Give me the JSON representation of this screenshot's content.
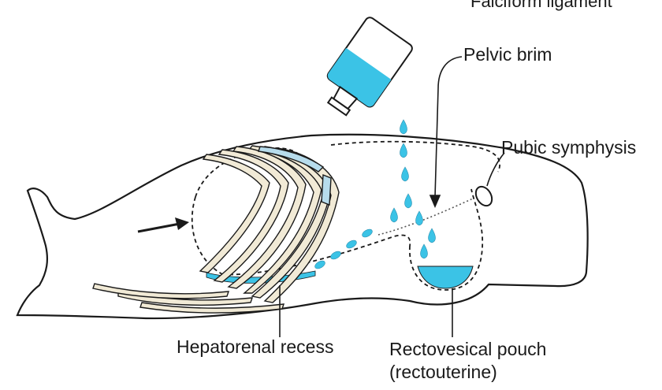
{
  "diagram": {
    "labels": {
      "top_clipped": "Falciform ligament",
      "pelvic_brim": "Pelvic brim",
      "pubic_symphysis": "Pubic symphysis",
      "hepatorenal_recess": "Hepatorenal recess",
      "rectovesical_pouch": "Rectovesical pouch",
      "rectovesical_pouch_alt": "(rectouterine)"
    },
    "colors": {
      "fluid": "#3bc3e6",
      "outline": "#1a1a1a",
      "rib_fill": "#f1ead6",
      "cartilage": "#b7dcec"
    }
  }
}
